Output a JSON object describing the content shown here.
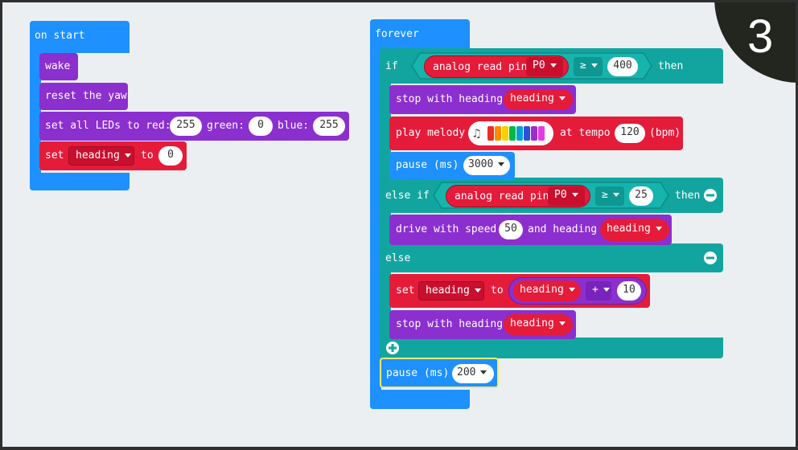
{
  "step_number": "3",
  "on_start": {
    "hat_label": "on start",
    "wake_label": "wake",
    "reset_yaw_label": "reset the yaw",
    "set_leds": {
      "prefix": "set all LEDs to red:",
      "red_value": "255",
      "green_label": "green:",
      "green_value": "0",
      "blue_label": "blue:",
      "blue_value": "255"
    },
    "set_var": {
      "set_label": "set",
      "variable": "heading",
      "to_label": "to",
      "value": "0"
    }
  },
  "forever": {
    "hat_label": "forever",
    "if_label": "if",
    "then_label": "then",
    "analog_read_label": "analog read pin",
    "pin_value": "P0",
    "compare_op": "≥",
    "threshold_1": "400",
    "stop_heading_1": {
      "label": "stop with heading",
      "variable": "heading"
    },
    "play_melody": {
      "label": "play melody",
      "tempo_label": "at tempo",
      "tempo_value": "120",
      "unit": "(bpm)",
      "note_colors": [
        "#e63022",
        "#ff8a00",
        "#f5d100",
        "#00b94a",
        "#00a0d6",
        "#2f4fd8",
        "#9a2fcf",
        "#e63be0"
      ]
    },
    "pause_1": {
      "label": "pause (ms)",
      "value": "3000"
    },
    "else_if_label": "else if",
    "threshold_2": "25",
    "drive": {
      "label": "drive with speed",
      "speed_value": "50",
      "heading_label": "and heading",
      "variable": "heading"
    },
    "else_label": "else",
    "set_var": {
      "set_label": "set",
      "variable": "heading",
      "to_label": "to",
      "expr_variable": "heading",
      "operator": "+",
      "operand": "10"
    },
    "stop_heading_2": {
      "label": "stop with heading",
      "variable": "heading"
    },
    "pause_2": {
      "label": "pause (ms)",
      "value": "200"
    }
  }
}
